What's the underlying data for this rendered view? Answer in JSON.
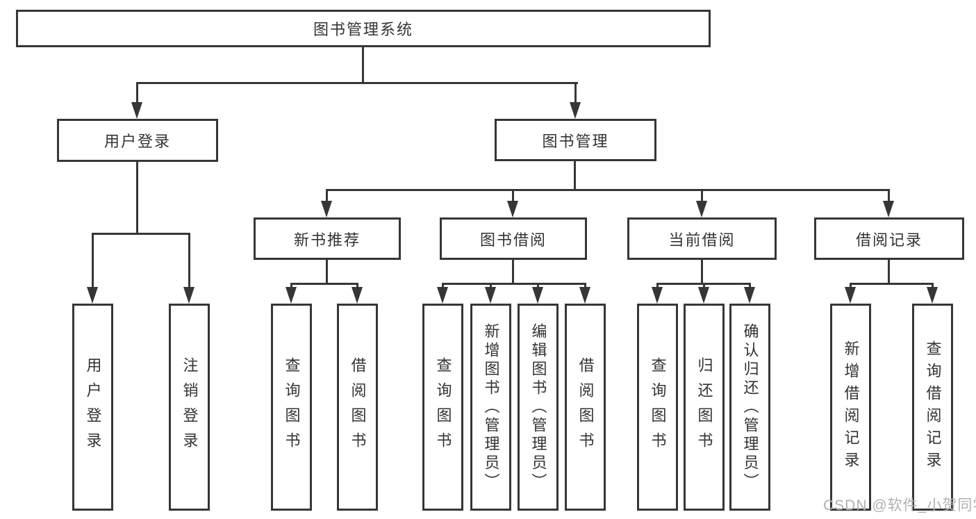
{
  "title": "图书管理系统",
  "watermark": "CSDN @软件_小贺同学",
  "colors": {
    "line": "#363636",
    "border": "#363636",
    "text": "#333333",
    "background": "#ffffff",
    "watermark": "#b1b1b1"
  },
  "level2": [
    {
      "label": "用户登录"
    },
    {
      "label": "图书管理"
    }
  ],
  "level3": [
    {
      "label": "新书推荐",
      "parent": "图书管理"
    },
    {
      "label": "图书借阅",
      "parent": "图书管理"
    },
    {
      "label": "当前借阅",
      "parent": "图书管理"
    },
    {
      "label": "借阅记录",
      "parent": "图书管理"
    }
  ],
  "leaves": [
    {
      "label": "用户登录",
      "parent": "用户登录"
    },
    {
      "label": "注销登录",
      "parent": "用户登录"
    },
    {
      "label": "查询图书",
      "parent": "新书推荐"
    },
    {
      "label": "借阅图书",
      "parent": "新书推荐"
    },
    {
      "label": "查询图书",
      "parent": "图书借阅"
    },
    {
      "label": "新增图书（管理员）",
      "parent": "图书借阅"
    },
    {
      "label": "编辑图书（管理员）",
      "parent": "图书借阅"
    },
    {
      "label": "借阅图书",
      "parent": "图书借阅"
    },
    {
      "label": "查询图书",
      "parent": "当前借阅"
    },
    {
      "label": "归还图书",
      "parent": "当前借阅"
    },
    {
      "label": "确认归还（管理员）",
      "parent": "当前借阅"
    },
    {
      "label": "新增借阅记录",
      "parent": "借阅记录"
    },
    {
      "label": "查询借阅记录",
      "parent": "借阅记录"
    }
  ]
}
